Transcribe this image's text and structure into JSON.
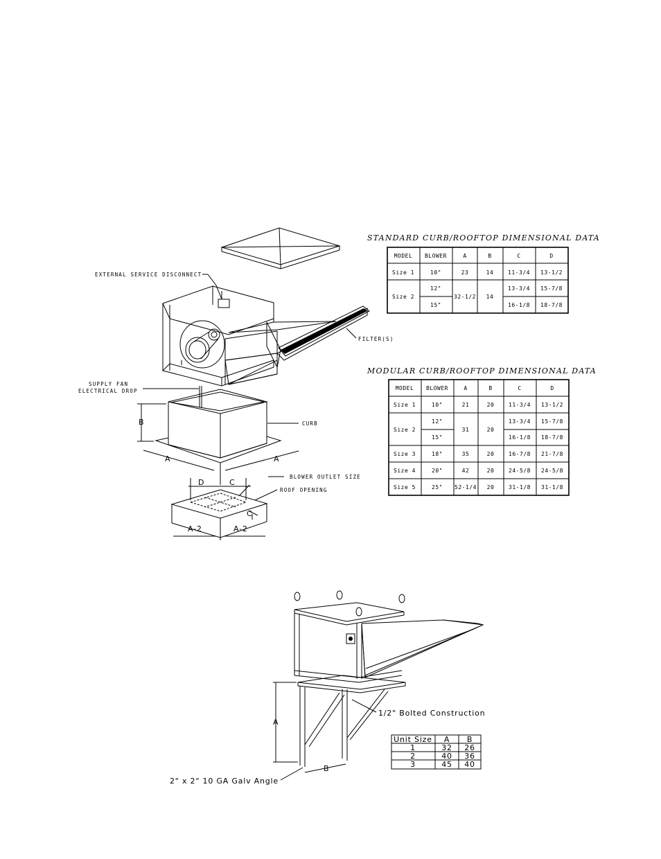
{
  "standard": {
    "title": "STANDARD CURB/ROOFTOP DIMENSIONAL DATA",
    "headers": [
      "MODEL",
      "BLOWER",
      "A",
      "B",
      "C",
      "D"
    ],
    "size1": {
      "model": "Size 1",
      "blower": "10\"",
      "a": "23",
      "b": "14",
      "c": "11-3/4",
      "d": "13-1/2"
    },
    "size2": {
      "model": "Size 2",
      "blower1": "12\"",
      "blower2": "15\"",
      "a": "32-1/2",
      "b": "14",
      "c1": "13-3/4",
      "d1": "15-7/8",
      "c2": "16-1/8",
      "d2": "18-7/8"
    }
  },
  "modular": {
    "title": "MODULAR CURB/ROOFTOP DIMENSIONAL DATA",
    "headers": [
      "MODEL",
      "BLOWER",
      "A",
      "B",
      "C",
      "D"
    ],
    "size1": {
      "model": "Size 1",
      "blower": "10\"",
      "a": "21",
      "b": "20",
      "c": "11-3/4",
      "d": "13-1/2"
    },
    "size2": {
      "model": "Size 2",
      "blower1": "12\"",
      "blower2": "15\"",
      "a": "31",
      "b": "20",
      "c1": "13-3/4",
      "d1": "15-7/8",
      "c2": "16-1/8",
      "d2": "18-7/8"
    },
    "size3": {
      "model": "Size 3",
      "blower": "18\"",
      "a": "35",
      "b": "20",
      "c": "16-7/8",
      "d": "21-7/8"
    },
    "size4": {
      "model": "Size 4",
      "blower": "20\"",
      "a": "42",
      "b": "20",
      "c": "24-5/8",
      "d": "24-5/8"
    },
    "size5": {
      "model": "Size 5",
      "blower": "25\"",
      "a": "52-1/4",
      "b": "20",
      "c": "31-1/8",
      "d": "31-1/8"
    }
  },
  "labels": {
    "external_disconnect": "EXTERNAL SERVICE DISCONNECT",
    "filters": "FILTER(S)",
    "supply_fan_1": "SUPPLY FAN",
    "supply_fan_2": "ELECTRICAL DROP",
    "curb": "CURB",
    "blower_outlet": "BLOWER OUTLET SIZE",
    "roof_opening": "ROOF OPENING",
    "dim_a": "A",
    "dim_b": "B",
    "dim_c": "C",
    "dim_d": "D",
    "dim_a2": "A-2",
    "bolted": "1/2\" Bolted Construction",
    "angle": "2\" x 2\" 10 GA Galv Angle",
    "stand_a": "A",
    "stand_b": "B"
  },
  "unit_table": {
    "headers": [
      "Unit Size",
      "A",
      "B"
    ],
    "rows": [
      {
        "size": "1",
        "a": "32",
        "b": "26"
      },
      {
        "size": "2",
        "a": "40",
        "b": "36"
      },
      {
        "size": "3",
        "a": "45",
        "b": "40"
      }
    ]
  }
}
